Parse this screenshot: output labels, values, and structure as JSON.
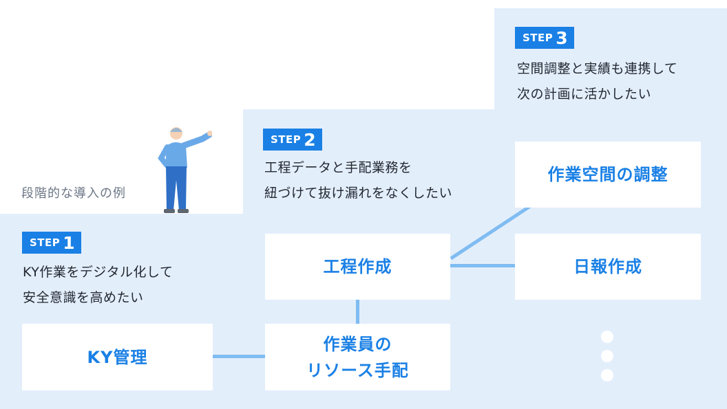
{
  "intro_label": "段階的な導入の例",
  "steps": [
    {
      "badge_word": "STEP",
      "badge_num": "1",
      "lines": [
        "KY作業をデジタル化して",
        "安全意識を高めたい"
      ]
    },
    {
      "badge_word": "STEP",
      "badge_num": "2",
      "lines": [
        "工程データと手配業務を",
        "紐づけて抜け漏れをなくしたい"
      ]
    },
    {
      "badge_word": "STEP",
      "badge_num": "3",
      "lines": [
        "空間調整と実績も連携して",
        "次の計画に活かしたい"
      ]
    }
  ],
  "boxes": {
    "ky": {
      "lines": [
        "KY管理"
      ]
    },
    "resource": {
      "lines": [
        "作業員の",
        "リソース手配"
      ]
    },
    "process": {
      "lines": [
        "工程作成"
      ]
    },
    "daily": {
      "lines": [
        "日報作成"
      ]
    },
    "space": {
      "lines": [
        "作業空間の調整"
      ]
    }
  },
  "colors": {
    "accent": "#1a80e5",
    "step_background": "#e3eefb",
    "connector": "#7fbcf2",
    "person_shirt": "#6aa9e8",
    "person_pants": "#2f6fc6"
  },
  "icons": {
    "presenter": "person-pointing-icon",
    "more": "vertical-ellipsis-icon"
  }
}
